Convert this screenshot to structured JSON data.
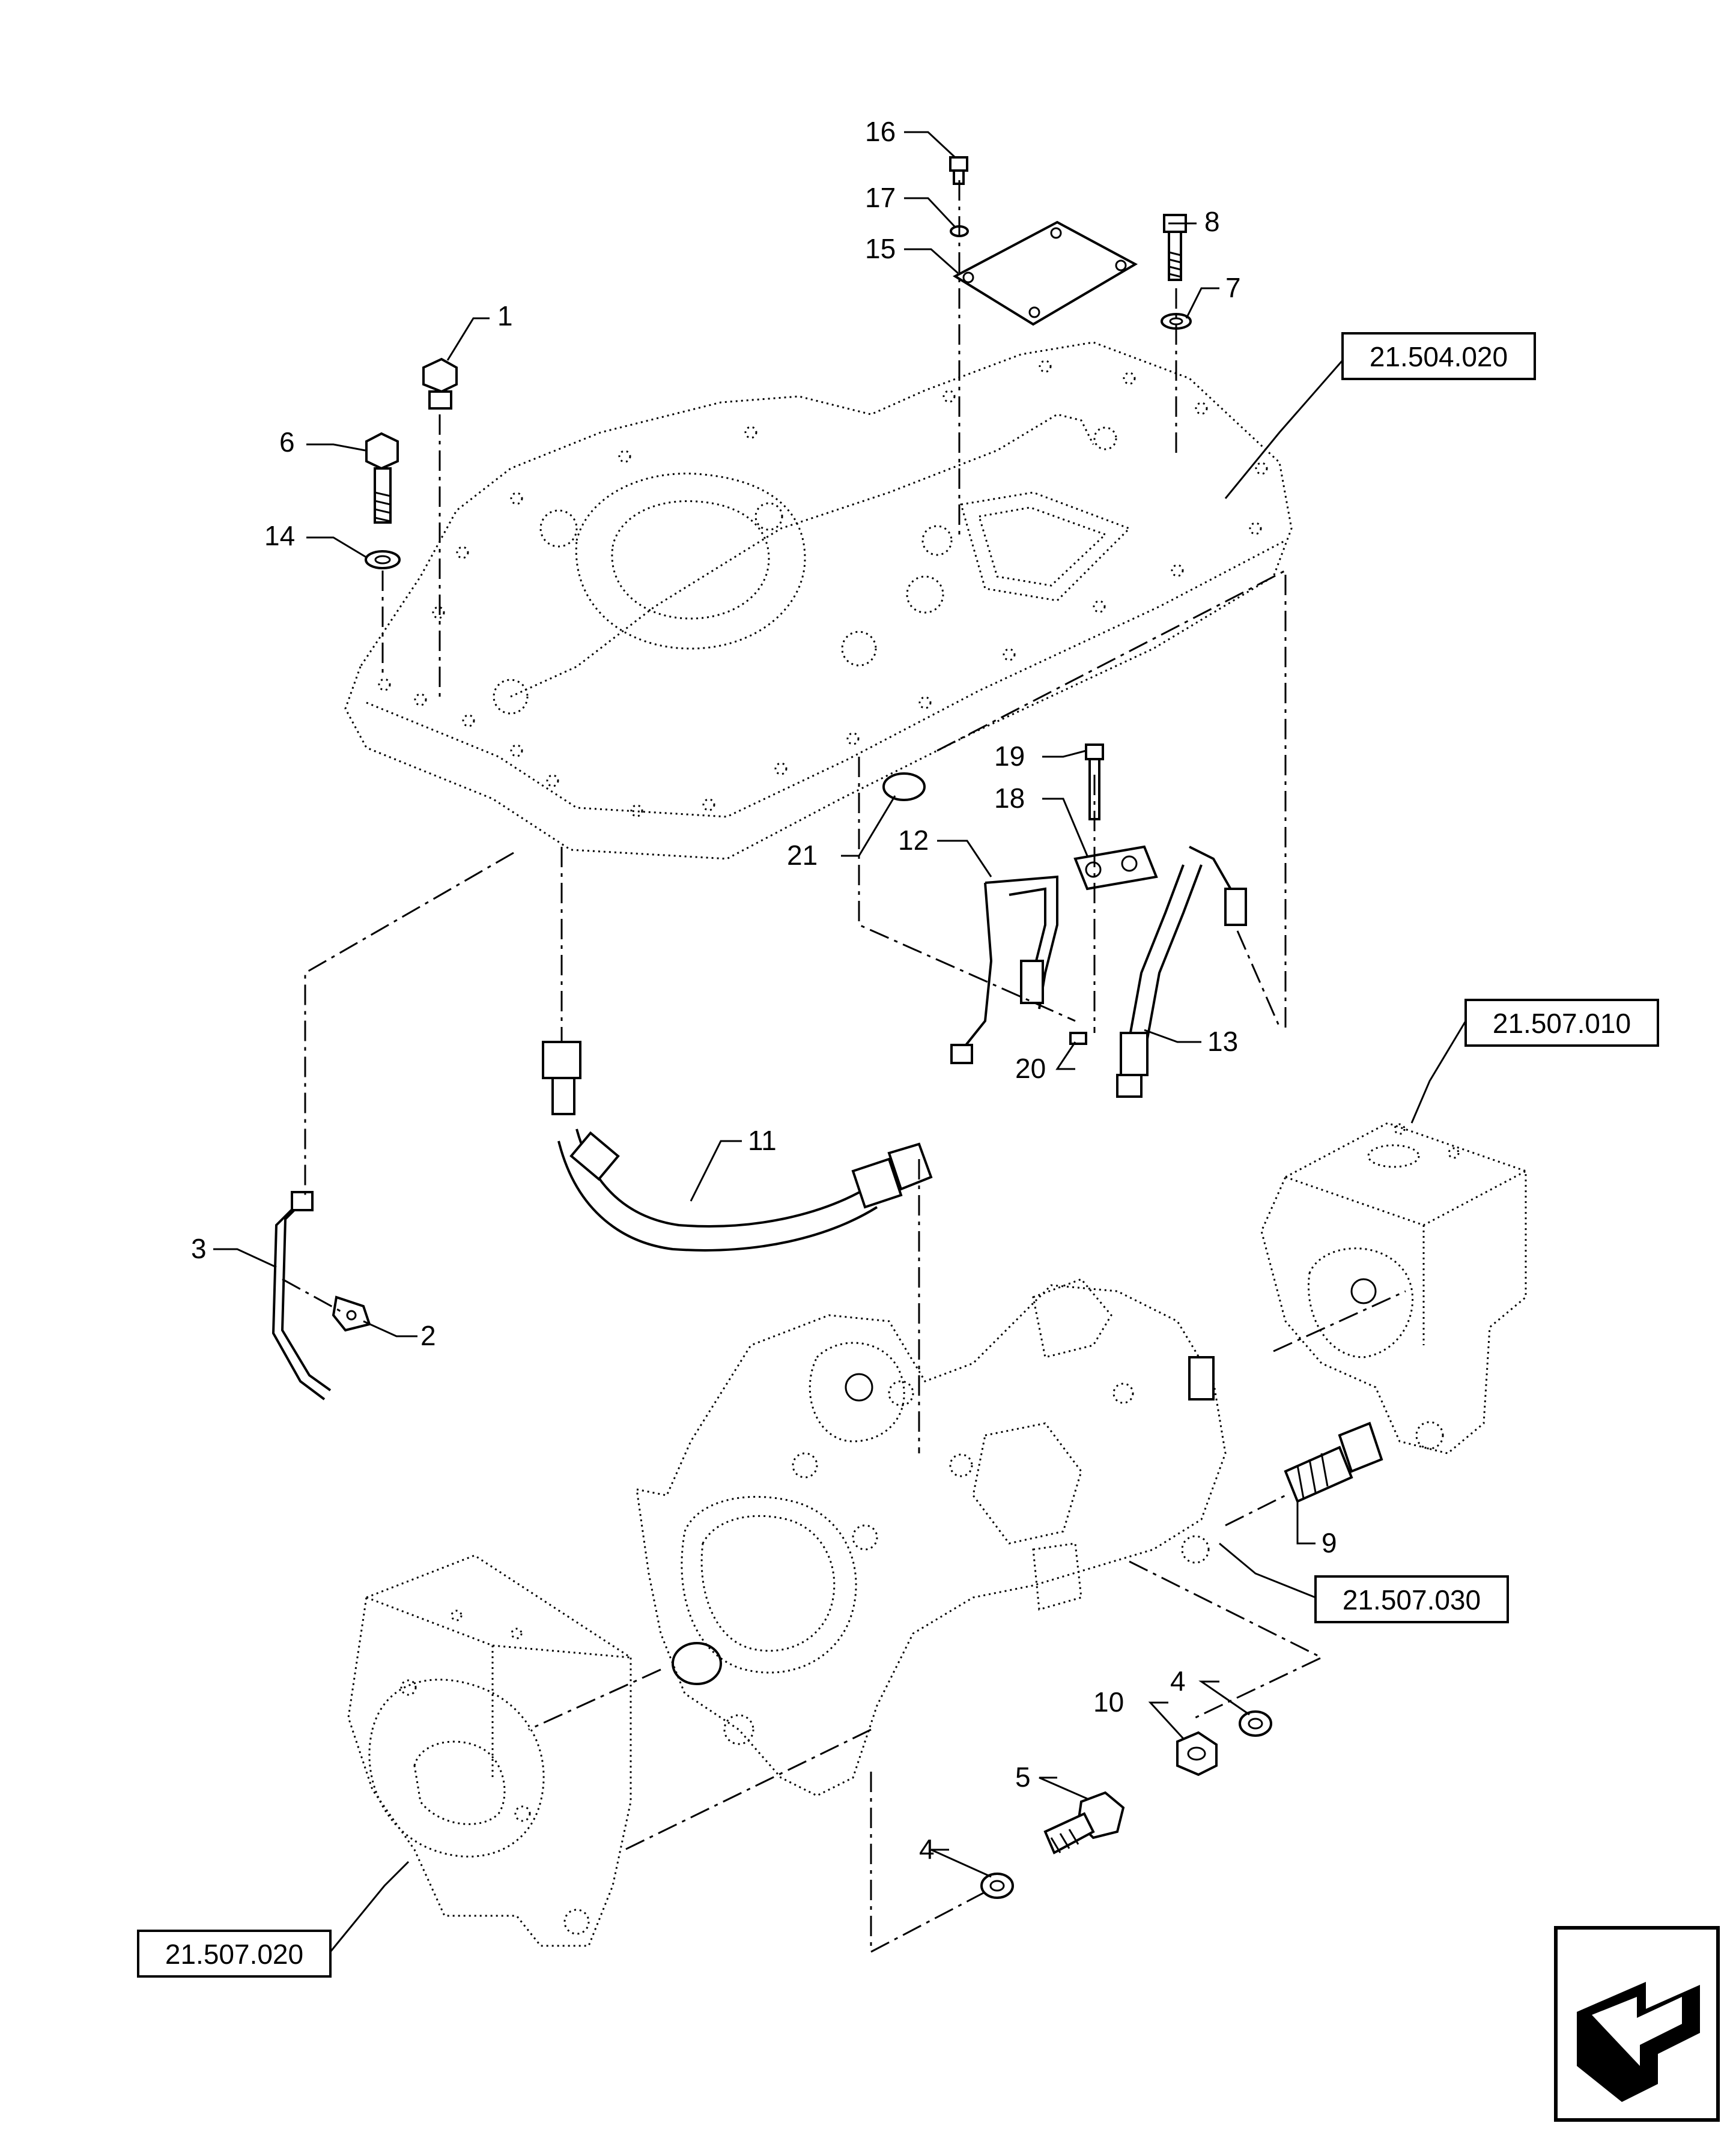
{
  "callouts": {
    "c1": "1",
    "c2": "2",
    "c3": "3",
    "c4a": "4",
    "c4b": "4",
    "c5": "5",
    "c6": "6",
    "c7": "7",
    "c8": "8",
    "c9": "9",
    "c10": "10",
    "c11": "11",
    "c12": "12",
    "c13": "13",
    "c14": "14",
    "c15": "15",
    "c16": "16",
    "c17": "17",
    "c18": "18",
    "c19": "19",
    "c20": "20",
    "c21": "21"
  },
  "references": {
    "r504020": "21.504.020",
    "r507010": "21.507.010",
    "r507030": "21.507.030",
    "r507020": "21.507.020"
  },
  "icons": {
    "nav": "arrow-next-page-icon"
  }
}
